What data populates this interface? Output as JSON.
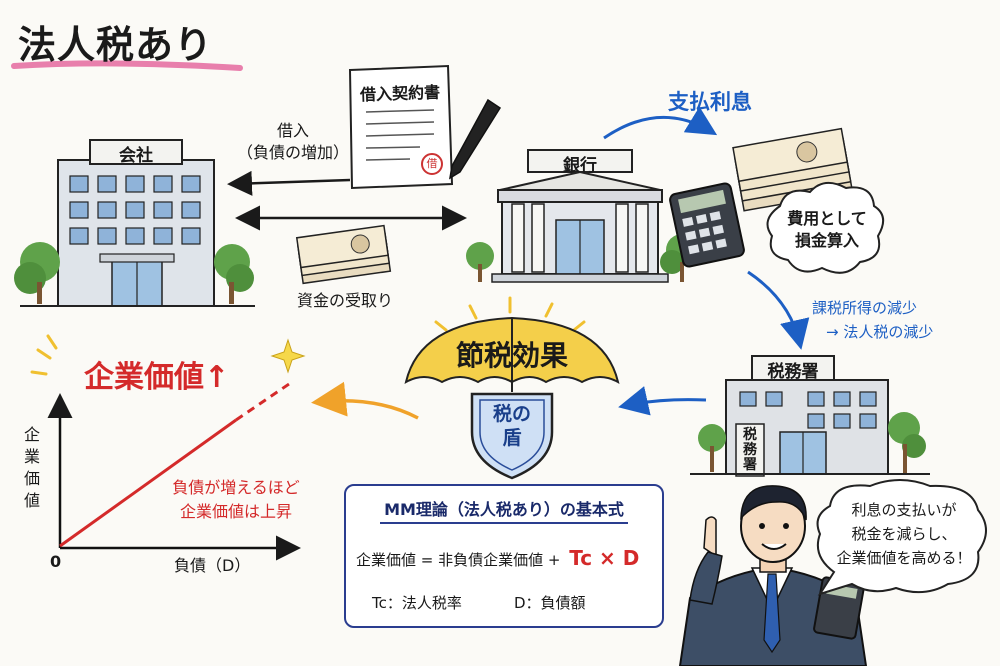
{
  "title": "法人税あり",
  "company": {
    "sign": "会社"
  },
  "bank": {
    "sign": "銀行"
  },
  "tax_office": {
    "sign": "税務署",
    "vertical_sign": "税務署"
  },
  "contract": {
    "title": "借入契約書",
    "seal": "借"
  },
  "arrows": {
    "borrow_line1": "借入",
    "borrow_line2": "（負債の増加）",
    "cash_exchange": "資金の受取り",
    "interest_paid": "支払利息",
    "taxable_reduction_line1": "課税所得の減少",
    "taxable_reduction_line2": "→ 法人税の減少"
  },
  "expense_cloud": {
    "line1": "費用として",
    "line2": "損金算入"
  },
  "umbrella": {
    "title": "節税効果",
    "shield_line1": "税の",
    "shield_line2": "盾"
  },
  "graph": {
    "headline": "企業価値↑",
    "y_axis_label": "企業価値",
    "x_axis_label": "負債（D）",
    "origin_label": "0",
    "annotation_line1": "負債が増えるほど",
    "annotation_line2": "企業価値は上昇"
  },
  "formula": {
    "heading": "MM理論（法人税あり）の基本式",
    "equation_main": "企業価値 = 非負債企業価値 +",
    "equation_highlight": "Tc × D",
    "legend_tc": "Tc：法人税率",
    "legend_d": "D：負債額"
  },
  "speech_bubble": {
    "line1": "利息の支払いが",
    "line2": "税金を減らし、",
    "line3": "企業価値を高める！"
  },
  "colors": {
    "accent_blue": "#1d5fc4",
    "accent_red": "#d42a2a",
    "umbrella_yellow": "#f4cf4a",
    "shield_blue": "#cfe0f5"
  }
}
